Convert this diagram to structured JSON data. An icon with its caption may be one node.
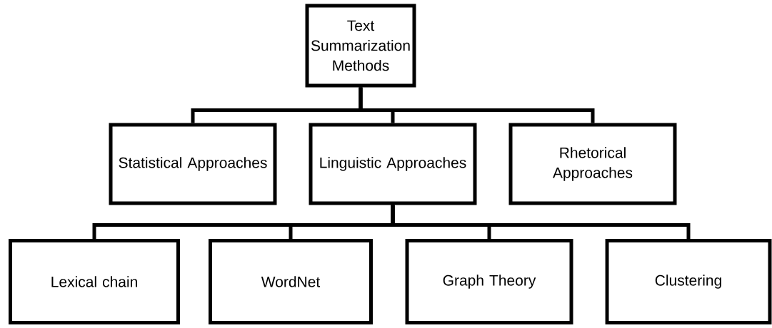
{
  "diagram": {
    "nodes": [
      {
        "text": [
          "Text Summarization Methods"
        ]
      },
      {
        "text": [
          "Statistical Approaches"
        ]
      },
      {
        "text": [
          "Linguistic Approaches"
        ]
      },
      {
        "text": [
          "Rhetorical Approaches"
        ]
      },
      {
        "text": [
          "Lexical chain"
        ]
      },
      {
        "text": [
          "WordNet"
        ]
      },
      {
        "text": [
          "Graph Theory"
        ]
      },
      {
        "text": [
          "Clustering"
        ]
      }
    ],
    "edges": [
      {
        "from": 0,
        "to": 1,
        "arrow": "none"
      },
      {
        "from": 0,
        "to": 2,
        "arrow": "none"
      },
      {
        "from": 0,
        "to": 3,
        "arrow": "none"
      },
      {
        "from": 2,
        "to": 4,
        "arrow": "none"
      },
      {
        "from": 2,
        "to": 5,
        "arrow": "none"
      },
      {
        "from": 2,
        "to": 6,
        "arrow": "none"
      },
      {
        "from": 2,
        "to": 7,
        "arrow": "none"
      }
    ]
  }
}
